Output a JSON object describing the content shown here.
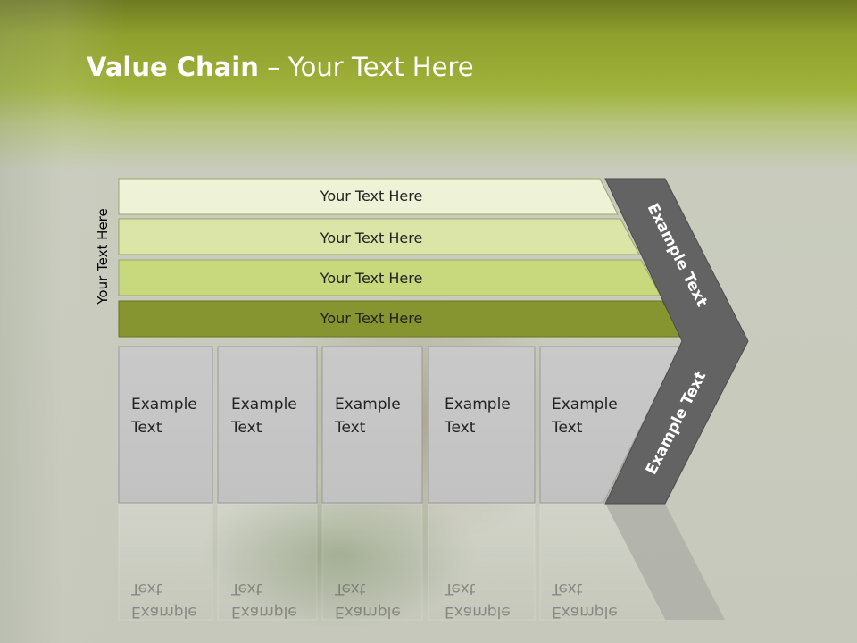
{
  "title": {
    "bold": "Value Chain",
    "rest": " – Your Text Here"
  },
  "side_label": "Your Text Here",
  "bars": [
    {
      "label": "Your Text Here",
      "color": "#eef2d6"
    },
    {
      "label": "Your Text Here",
      "color": "#dbe5a8"
    },
    {
      "label": "Your Text Here",
      "color": "#c8d87c"
    },
    {
      "label": "Your Text Here",
      "color": "#879530"
    }
  ],
  "boxes": [
    {
      "line1": "Example",
      "line2": "Text"
    },
    {
      "line1": "Example",
      "line2": "Text"
    },
    {
      "line1": "Example",
      "line2": "Text"
    },
    {
      "line1": "Example",
      "line2": "Text"
    },
    {
      "line1": "Example",
      "line2": "Text"
    }
  ],
  "chevron": {
    "top_label": "Example Text",
    "bottom_label": "Example Text",
    "color": "#636363"
  }
}
